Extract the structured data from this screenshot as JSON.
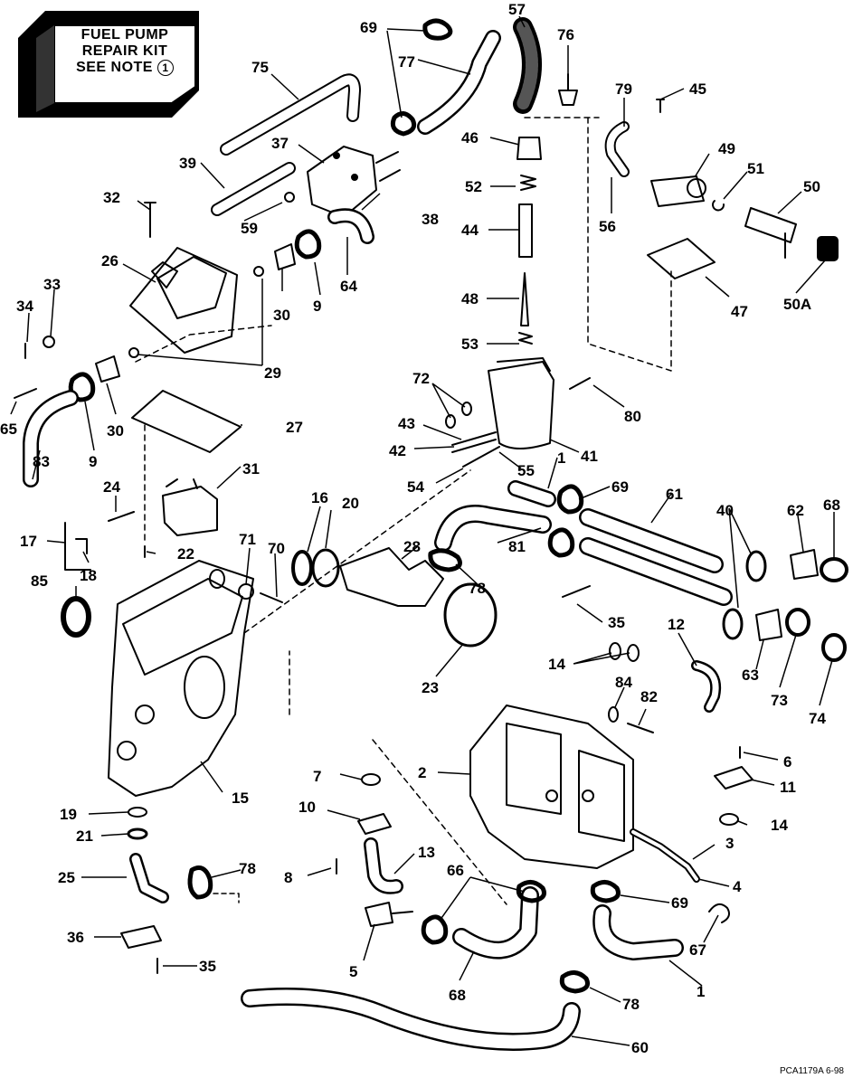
{
  "note_box": {
    "line1": "FUEL PUMP",
    "line2": "REPAIR KIT",
    "line3": "SEE NOTE",
    "note_number": "1"
  },
  "figure_code": "PCA1179A  6-98",
  "callouts": [
    {
      "id": "c69a",
      "text": "69"
    },
    {
      "id": "c57",
      "text": "57"
    },
    {
      "id": "c76",
      "text": "76"
    },
    {
      "id": "c75",
      "text": "75"
    },
    {
      "id": "c77",
      "text": "77"
    },
    {
      "id": "c79",
      "text": "79"
    },
    {
      "id": "c45",
      "text": "45"
    },
    {
      "id": "c46",
      "text": "46"
    },
    {
      "id": "c49",
      "text": "49"
    },
    {
      "id": "c37",
      "text": "37"
    },
    {
      "id": "c39",
      "text": "39"
    },
    {
      "id": "c51",
      "text": "51"
    },
    {
      "id": "c50",
      "text": "50"
    },
    {
      "id": "c32",
      "text": "32"
    },
    {
      "id": "c52",
      "text": "52"
    },
    {
      "id": "c38",
      "text": "38"
    },
    {
      "id": "c59",
      "text": "59"
    },
    {
      "id": "c44",
      "text": "44"
    },
    {
      "id": "c56",
      "text": "56"
    },
    {
      "id": "c26",
      "text": "26"
    },
    {
      "id": "c64",
      "text": "64"
    },
    {
      "id": "c33",
      "text": "33"
    },
    {
      "id": "c34",
      "text": "34"
    },
    {
      "id": "c30a",
      "text": "30"
    },
    {
      "id": "c9a",
      "text": "9"
    },
    {
      "id": "c48",
      "text": "48"
    },
    {
      "id": "c47",
      "text": "47"
    },
    {
      "id": "c50A",
      "text": "50A"
    },
    {
      "id": "c53",
      "text": "53"
    },
    {
      "id": "c29",
      "text": "29"
    },
    {
      "id": "c72",
      "text": "72"
    },
    {
      "id": "c80",
      "text": "80"
    },
    {
      "id": "c65",
      "text": "65"
    },
    {
      "id": "c30b",
      "text": "30"
    },
    {
      "id": "c27",
      "text": "27"
    },
    {
      "id": "c43",
      "text": "43"
    },
    {
      "id": "c42",
      "text": "42"
    },
    {
      "id": "c41",
      "text": "41"
    },
    {
      "id": "c9b",
      "text": "9"
    },
    {
      "id": "c83",
      "text": "83"
    },
    {
      "id": "c1a",
      "text": "1"
    },
    {
      "id": "c31",
      "text": "31"
    },
    {
      "id": "c55",
      "text": "55"
    },
    {
      "id": "c54",
      "text": "54"
    },
    {
      "id": "c69b",
      "text": "69"
    },
    {
      "id": "c61",
      "text": "61"
    },
    {
      "id": "c24",
      "text": "24"
    },
    {
      "id": "c16",
      "text": "16"
    },
    {
      "id": "c20",
      "text": "20"
    },
    {
      "id": "c40",
      "text": "40"
    },
    {
      "id": "c62",
      "text": "62"
    },
    {
      "id": "c68a",
      "text": "68"
    },
    {
      "id": "c17",
      "text": "17"
    },
    {
      "id": "c18",
      "text": "18"
    },
    {
      "id": "c22",
      "text": "22"
    },
    {
      "id": "c71",
      "text": "71"
    },
    {
      "id": "c70",
      "text": "70"
    },
    {
      "id": "c28",
      "text": "28"
    },
    {
      "id": "c81",
      "text": "81"
    },
    {
      "id": "c85",
      "text": "85"
    },
    {
      "id": "c78a",
      "text": "78"
    },
    {
      "id": "c35a",
      "text": "35"
    },
    {
      "id": "c12",
      "text": "12"
    },
    {
      "id": "c14a",
      "text": "14"
    },
    {
      "id": "c84",
      "text": "84"
    },
    {
      "id": "c82",
      "text": "82"
    },
    {
      "id": "c23",
      "text": "23"
    },
    {
      "id": "c63",
      "text": "63"
    },
    {
      "id": "c73",
      "text": "73"
    },
    {
      "id": "c74",
      "text": "74"
    },
    {
      "id": "c6",
      "text": "6"
    },
    {
      "id": "c7",
      "text": "7"
    },
    {
      "id": "c2",
      "text": "2"
    },
    {
      "id": "c11",
      "text": "11"
    },
    {
      "id": "c15",
      "text": "15"
    },
    {
      "id": "c10",
      "text": "10"
    },
    {
      "id": "c19",
      "text": "19"
    },
    {
      "id": "c14b",
      "text": "14"
    },
    {
      "id": "c21",
      "text": "21"
    },
    {
      "id": "c3",
      "text": "3"
    },
    {
      "id": "c13",
      "text": "13"
    },
    {
      "id": "c25",
      "text": "25"
    },
    {
      "id": "c78b",
      "text": "78"
    },
    {
      "id": "c8",
      "text": "8"
    },
    {
      "id": "c66",
      "text": "66"
    },
    {
      "id": "c4",
      "text": "4"
    },
    {
      "id": "c69c",
      "text": "69"
    },
    {
      "id": "c36",
      "text": "36"
    },
    {
      "id": "c67",
      "text": "67"
    },
    {
      "id": "c5",
      "text": "5"
    },
    {
      "id": "c35b",
      "text": "35"
    },
    {
      "id": "c68b",
      "text": "68"
    },
    {
      "id": "c1b",
      "text": "1"
    },
    {
      "id": "c78c",
      "text": "78"
    },
    {
      "id": "c60",
      "text": "60"
    }
  ]
}
